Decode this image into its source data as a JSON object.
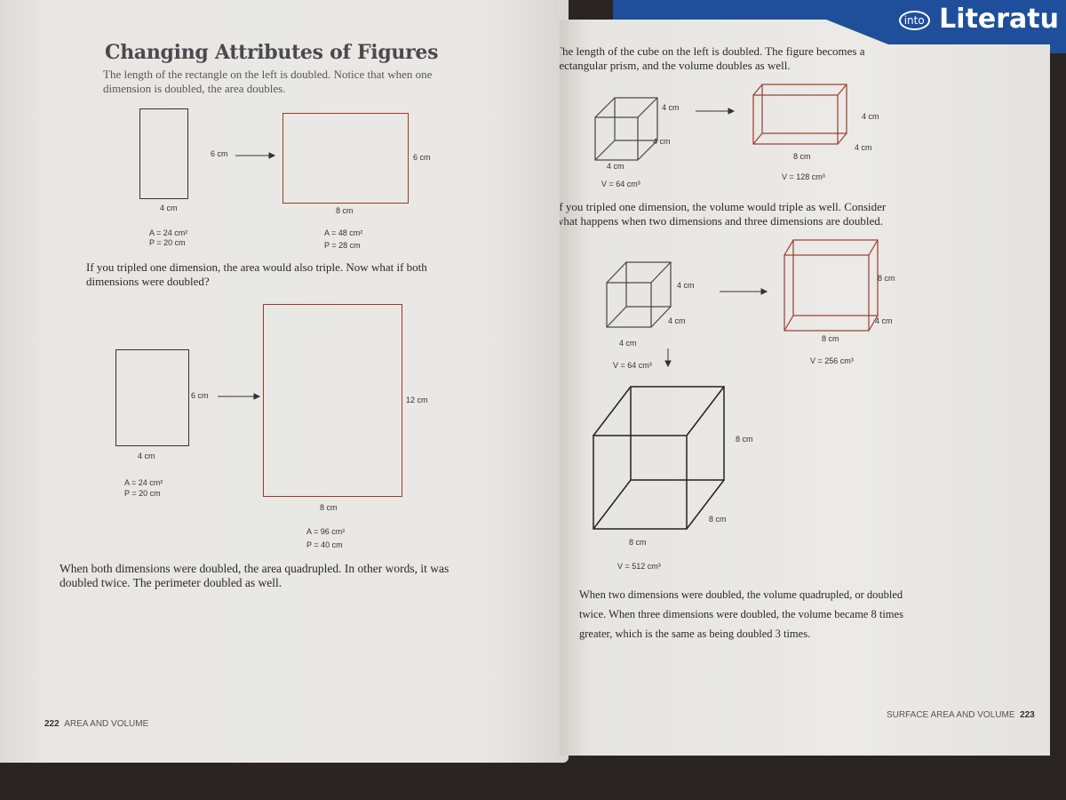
{
  "book_cover": {
    "logo_text": "Literatu",
    "logo_badge": "into"
  },
  "left_page": {
    "title": "Changing Attributes of Figures",
    "intro": "The length of the rectangle on the left is doubled. Notice that when one dimension is doubled, the area doubles.",
    "fig1": {
      "small": {
        "height": "6 cm",
        "width": "4 cm",
        "area": "A = 24 cm²",
        "perimeter": "P = 20 cm"
      },
      "large": {
        "height": "6 cm",
        "width": "8 cm",
        "area": "A = 48 cm²",
        "perimeter": "P = 28 cm"
      }
    },
    "mid_text": "If you tripled one dimension, the area would also triple. Now what if both dimensions were doubled?",
    "fig2": {
      "small": {
        "height": "6 cm",
        "width": "4 cm",
        "area": "A = 24 cm²",
        "perimeter": "P = 20 cm"
      },
      "large": {
        "height": "12 cm",
        "width": "8 cm",
        "area": "A = 96 cm²",
        "perimeter": "P = 40 cm"
      }
    },
    "conclusion": "When both dimensions were doubled, the area quadrupled. In other words, it was doubled twice. The perimeter doubled as well.",
    "page_number": "222",
    "section": "AREA AND VOLUME"
  },
  "right_page": {
    "intro": "The length of the cube on the left is doubled. The figure becomes a rectangular prism, and the volume doubles as well.",
    "fig1": {
      "cube": {
        "h": "4 cm",
        "d": "4 cm",
        "w": "4 cm",
        "volume": "V = 64 cm³"
      },
      "prism": {
        "h": "4 cm",
        "d": "4 cm",
        "w": "8 cm",
        "volume": "V = 128 cm³"
      }
    },
    "mid_text": "If you tripled one dimension, the volume would triple as well. Consider what happens when two dimensions and three dimensions are doubled.",
    "fig2": {
      "cube": {
        "h": "4 cm",
        "d": "4 cm",
        "w": "4 cm",
        "volume": "V = 64 cm³"
      },
      "prism": {
        "h": "8 cm",
        "d": "4 cm",
        "w": "8 cm",
        "volume": "V = 256 cm³"
      },
      "big_cube": {
        "h": "8 cm",
        "d": "8 cm",
        "w": "8 cm",
        "volume": "V = 512 cm³"
      }
    },
    "conclusion": "When two dimensions were doubled, the volume quadrupled, or doubled twice. When three dimensions were doubled, the volume became 8 times greater, which is the same as being doubled 3 times.",
    "page_number": "223",
    "section": "SURFACE AREA AND VOLUME"
  }
}
